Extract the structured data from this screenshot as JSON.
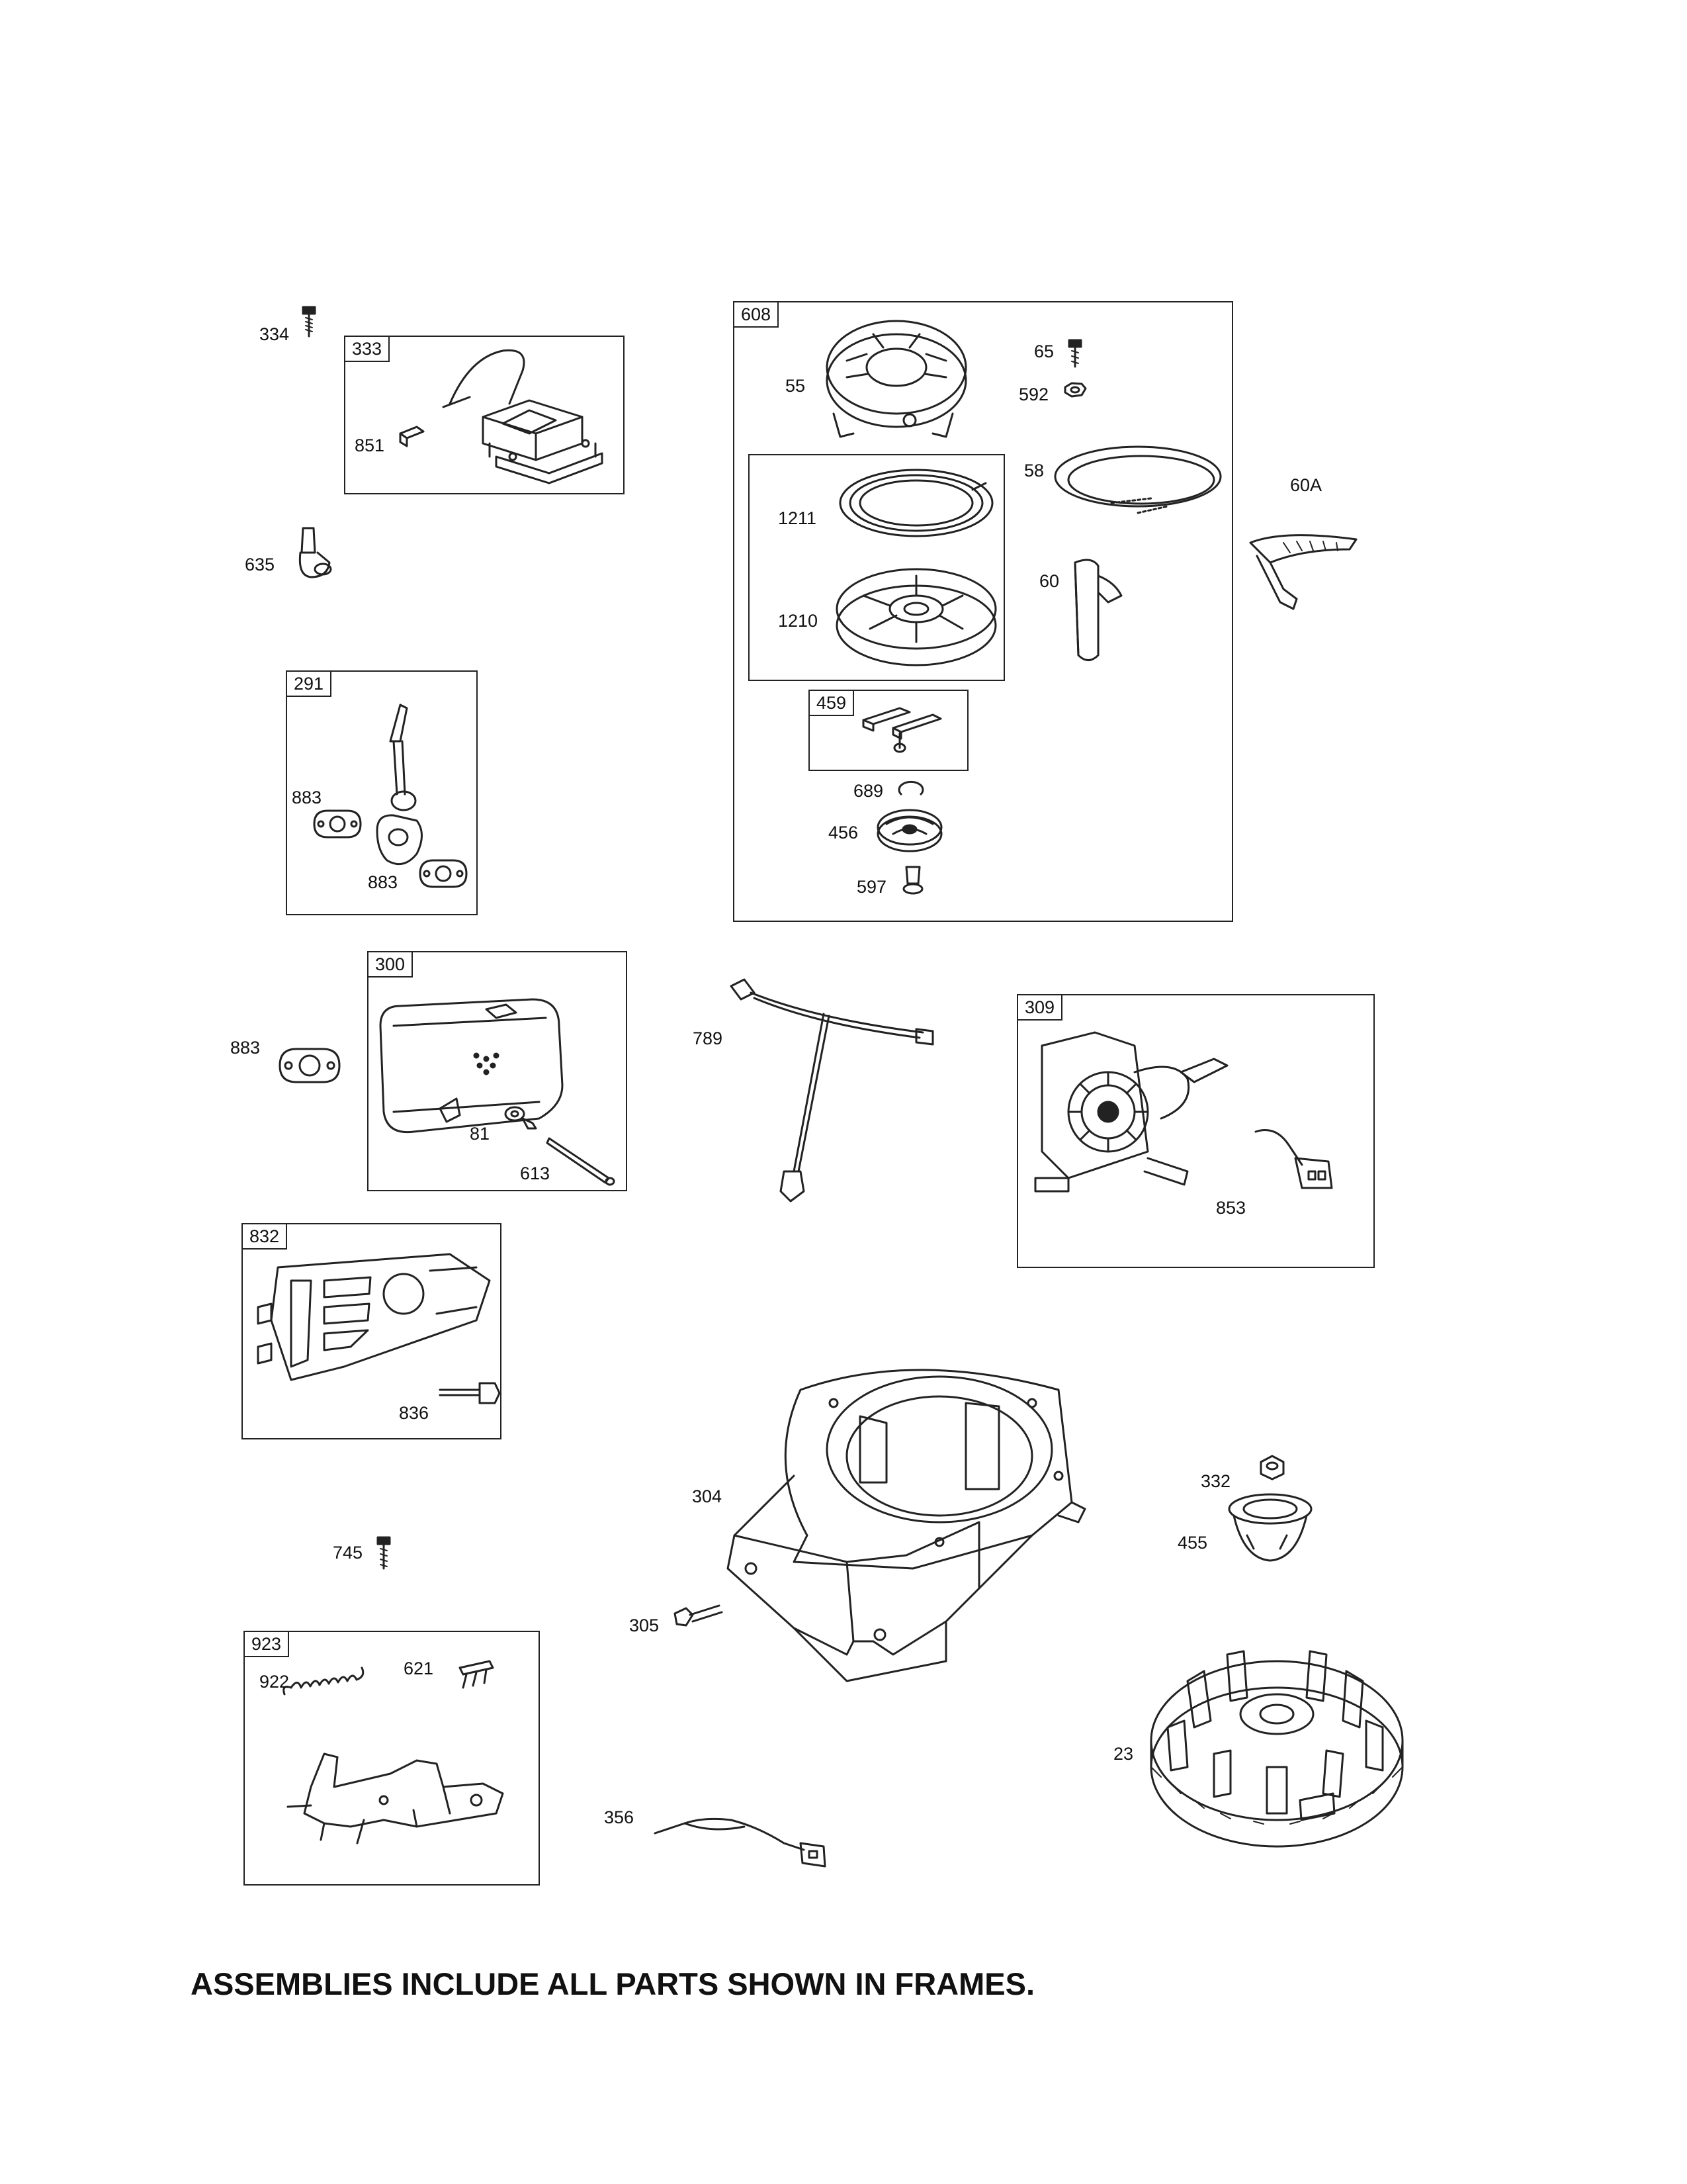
{
  "frames": {
    "f333": "333",
    "f608": "608",
    "f291": "291",
    "f459": "459",
    "f300": "300",
    "f309": "309",
    "f832": "832",
    "f923": "923"
  },
  "labels": {
    "p334": "334",
    "p851": "851",
    "p635": "635",
    "p55": "55",
    "p65": "65",
    "p592": "592",
    "p58": "58",
    "p60A": "60A",
    "p1211": "1211",
    "p1210": "1210",
    "p60": "60",
    "p689": "689",
    "p456": "456",
    "p597": "597",
    "p883a": "883",
    "p883b": "883",
    "p883c": "883",
    "p81": "81",
    "p613": "613",
    "p789": "789",
    "p853": "853",
    "p836": "836",
    "p304": "304",
    "p332": "332",
    "p455": "455",
    "p745": "745",
    "p305": "305",
    "p23": "23",
    "p922": "922",
    "p621": "621",
    "p356": "356"
  },
  "footer": "ASSEMBLIES INCLUDE ALL PARTS SHOWN IN FRAMES."
}
